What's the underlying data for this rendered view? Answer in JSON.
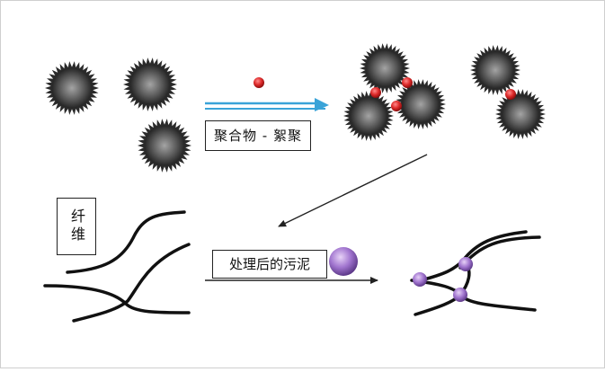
{
  "labels": {
    "polymer_flocculation": "聚合物 - 絮聚",
    "fiber": "纤维",
    "treated_sludge": "处理后的污泥"
  },
  "colors": {
    "floc_dark": "#2c2c2c",
    "floc_light": "#9a9a9a",
    "polymer_red": "#d8282c",
    "arrow_blue": "#3aa3d8",
    "sludge_purple": "#9b6fc6",
    "fiber_black": "#111111"
  }
}
